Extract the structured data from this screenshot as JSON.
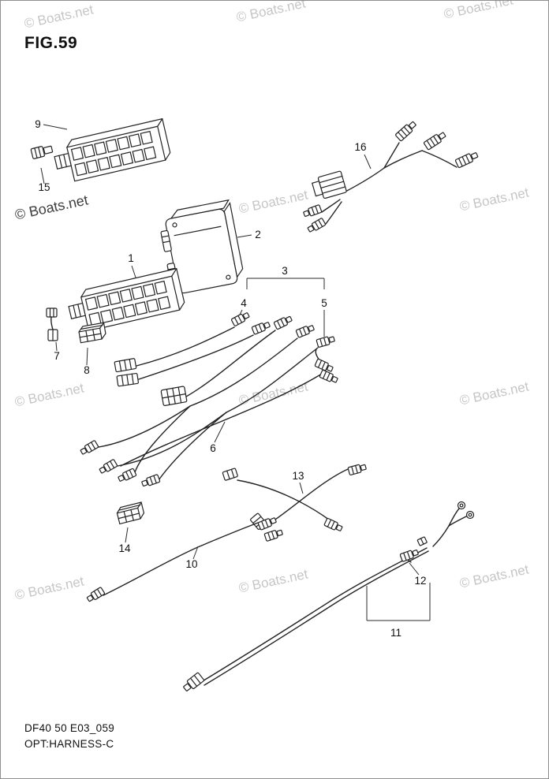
{
  "figure": {
    "title": "FIG.59",
    "footer_code": "DF40 50 E03_059",
    "footer_name": "OPT:HARNESS-C"
  },
  "watermark": {
    "text": "© Boats.net"
  },
  "callouts": {
    "1": "1",
    "2": "2",
    "3": "3",
    "4": "4",
    "5": "5",
    "6": "6",
    "7": "7",
    "8": "8",
    "9": "9",
    "10": "10",
    "11": "11",
    "12": "12",
    "13": "13",
    "14": "14",
    "15": "15",
    "16": "16"
  },
  "colors": {
    "line": "#232323",
    "watermark_light": "#c6c6c6",
    "watermark_dark": "#3d3d3d",
    "background": "#ffffff"
  }
}
